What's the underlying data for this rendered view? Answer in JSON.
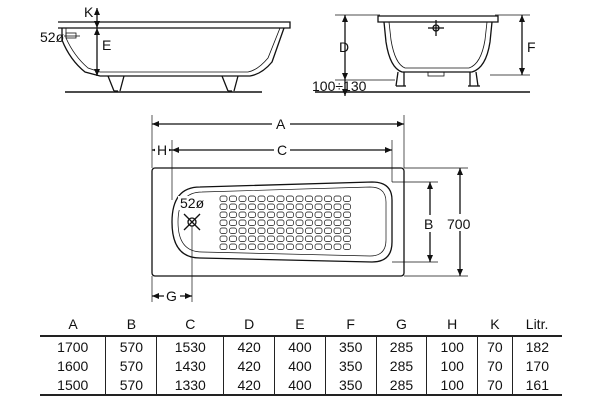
{
  "labels": {
    "k": "K",
    "drain_side": "52ø",
    "e": "E",
    "d": "D",
    "f": "F",
    "leg_range": "100÷130",
    "a": "A",
    "h": "H",
    "c": "C",
    "drain_top": "52ø",
    "b": "B",
    "width": "700",
    "g": "G"
  },
  "table": {
    "headers": [
      "A",
      "B",
      "C",
      "D",
      "E",
      "F",
      "G",
      "H",
      "K",
      "Litr."
    ],
    "rows": [
      [
        "1700",
        "570",
        "1530",
        "420",
        "400",
        "350",
        "285",
        "100",
        "70",
        "182"
      ],
      [
        "1600",
        "570",
        "1430",
        "420",
        "400",
        "350",
        "285",
        "100",
        "70",
        "170"
      ],
      [
        "1500",
        "570",
        "1330",
        "420",
        "400",
        "350",
        "285",
        "100",
        "70",
        "161"
      ]
    ]
  }
}
